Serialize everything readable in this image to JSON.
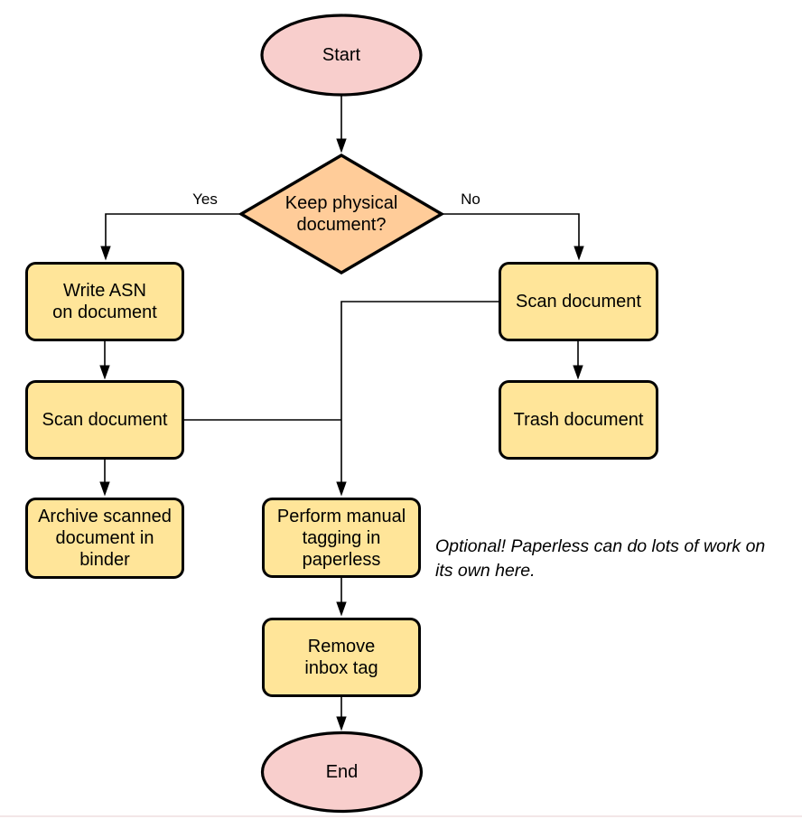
{
  "diagram": {
    "type": "flowchart",
    "colors": {
      "terminal_fill": "#F8CECC",
      "decision_fill": "#FFCC99",
      "process_fill": "#FFE599",
      "stroke": "#000000",
      "text": "#000000",
      "background": "#FFFFFF",
      "bottom_divider": "#F3E6E7"
    },
    "nodes": {
      "start": {
        "shape": "ellipse",
        "label": "Start"
      },
      "decision": {
        "shape": "diamond",
        "label": "Keep physical\ndocument?"
      },
      "write_asn": {
        "shape": "process",
        "label": "Write ASN\non document"
      },
      "scan_left": {
        "shape": "process",
        "label": "Scan document"
      },
      "archive": {
        "shape": "process",
        "label": "Archive scanned\ndocument in\nbinder"
      },
      "scan_right": {
        "shape": "process",
        "label": "Scan document"
      },
      "trash": {
        "shape": "process",
        "label": "Trash document"
      },
      "perform_tagging": {
        "shape": "process",
        "label": "Perform manual\ntagging in\npaperless"
      },
      "remove_inbox": {
        "shape": "process",
        "label": "Remove\ninbox tag"
      },
      "end": {
        "shape": "ellipse",
        "label": "End"
      }
    },
    "edge_labels": {
      "yes": "Yes",
      "no": "No"
    },
    "edges": [
      {
        "from": "start",
        "to": "decision"
      },
      {
        "from": "decision",
        "to": "write_asn",
        "label": "Yes"
      },
      {
        "from": "decision",
        "to": "scan_right",
        "label": "No"
      },
      {
        "from": "write_asn",
        "to": "scan_left"
      },
      {
        "from": "scan_left",
        "to": "archive"
      },
      {
        "from": "scan_left",
        "to": "perform_tagging"
      },
      {
        "from": "scan_right",
        "to": "trash"
      },
      {
        "from": "scan_right",
        "to": "perform_tagging"
      },
      {
        "from": "perform_tagging",
        "to": "remove_inbox"
      },
      {
        "from": "remove_inbox",
        "to": "end"
      }
    ],
    "annotation": {
      "text": "Optional! Paperless can do lots of work on\nits own here."
    }
  }
}
